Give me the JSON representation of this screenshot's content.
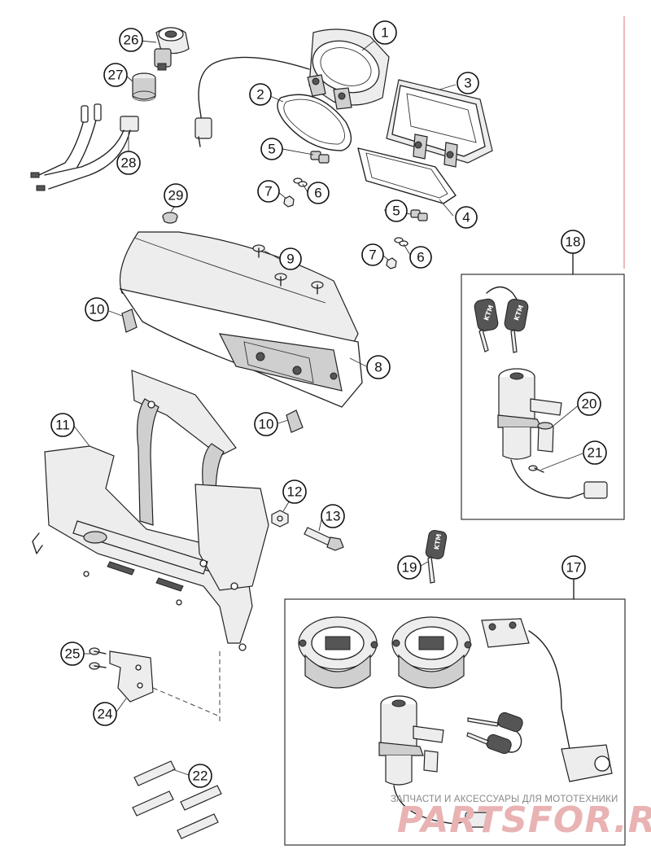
{
  "callouts": [
    {
      "id": "c1",
      "label": "1"
    },
    {
      "id": "c2",
      "label": "2"
    },
    {
      "id": "c3",
      "label": "3"
    },
    {
      "id": "c4",
      "label": "4"
    },
    {
      "id": "c5a",
      "label": "5"
    },
    {
      "id": "c5b",
      "label": "5"
    },
    {
      "id": "c6a",
      "label": "6"
    },
    {
      "id": "c6b",
      "label": "6"
    },
    {
      "id": "c7a",
      "label": "7"
    },
    {
      "id": "c7b",
      "label": "7"
    },
    {
      "id": "c8",
      "label": "8"
    },
    {
      "id": "c9",
      "label": "9"
    },
    {
      "id": "c10a",
      "label": "10"
    },
    {
      "id": "c10b",
      "label": "10"
    },
    {
      "id": "c11",
      "label": "11"
    },
    {
      "id": "c12",
      "label": "12"
    },
    {
      "id": "c13",
      "label": "13"
    },
    {
      "id": "c17",
      "label": "17"
    },
    {
      "id": "c18",
      "label": "18"
    },
    {
      "id": "c19",
      "label": "19"
    },
    {
      "id": "c20",
      "label": "20"
    },
    {
      "id": "c21",
      "label": "21"
    },
    {
      "id": "c22",
      "label": "22"
    },
    {
      "id": "c24",
      "label": "24"
    },
    {
      "id": "c25",
      "label": "25"
    },
    {
      "id": "c26",
      "label": "26"
    },
    {
      "id": "c27",
      "label": "27"
    },
    {
      "id": "c28",
      "label": "28"
    },
    {
      "id": "c29",
      "label": "29"
    }
  ],
  "key_logo": "KTM",
  "watermark": {
    "caption": "ЗАПЧАСТИ И АКСЕССУАРЫ ДЛЯ МОТОТЕХНИКИ",
    "brand": "PARTSFOR.RU"
  },
  "colors": {
    "line": "#222222",
    "watermark_brand": "#e9b3b3",
    "page_border": "#e07070"
  }
}
